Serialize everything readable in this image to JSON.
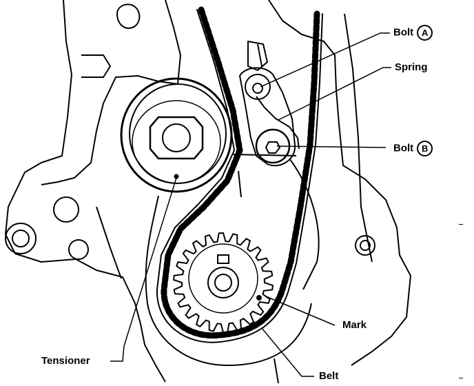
{
  "labels": {
    "bolt_a": {
      "text": "Bolt",
      "badge": "A"
    },
    "spring": {
      "text": "Spring"
    },
    "bolt_b": {
      "text": "Bolt",
      "badge": "B"
    },
    "mark": {
      "text": "Mark"
    },
    "tensioner": {
      "text": "Tensioner"
    },
    "belt": {
      "text": "Belt"
    }
  },
  "colors": {
    "ink": "#000000",
    "paper": "#ffffff"
  }
}
